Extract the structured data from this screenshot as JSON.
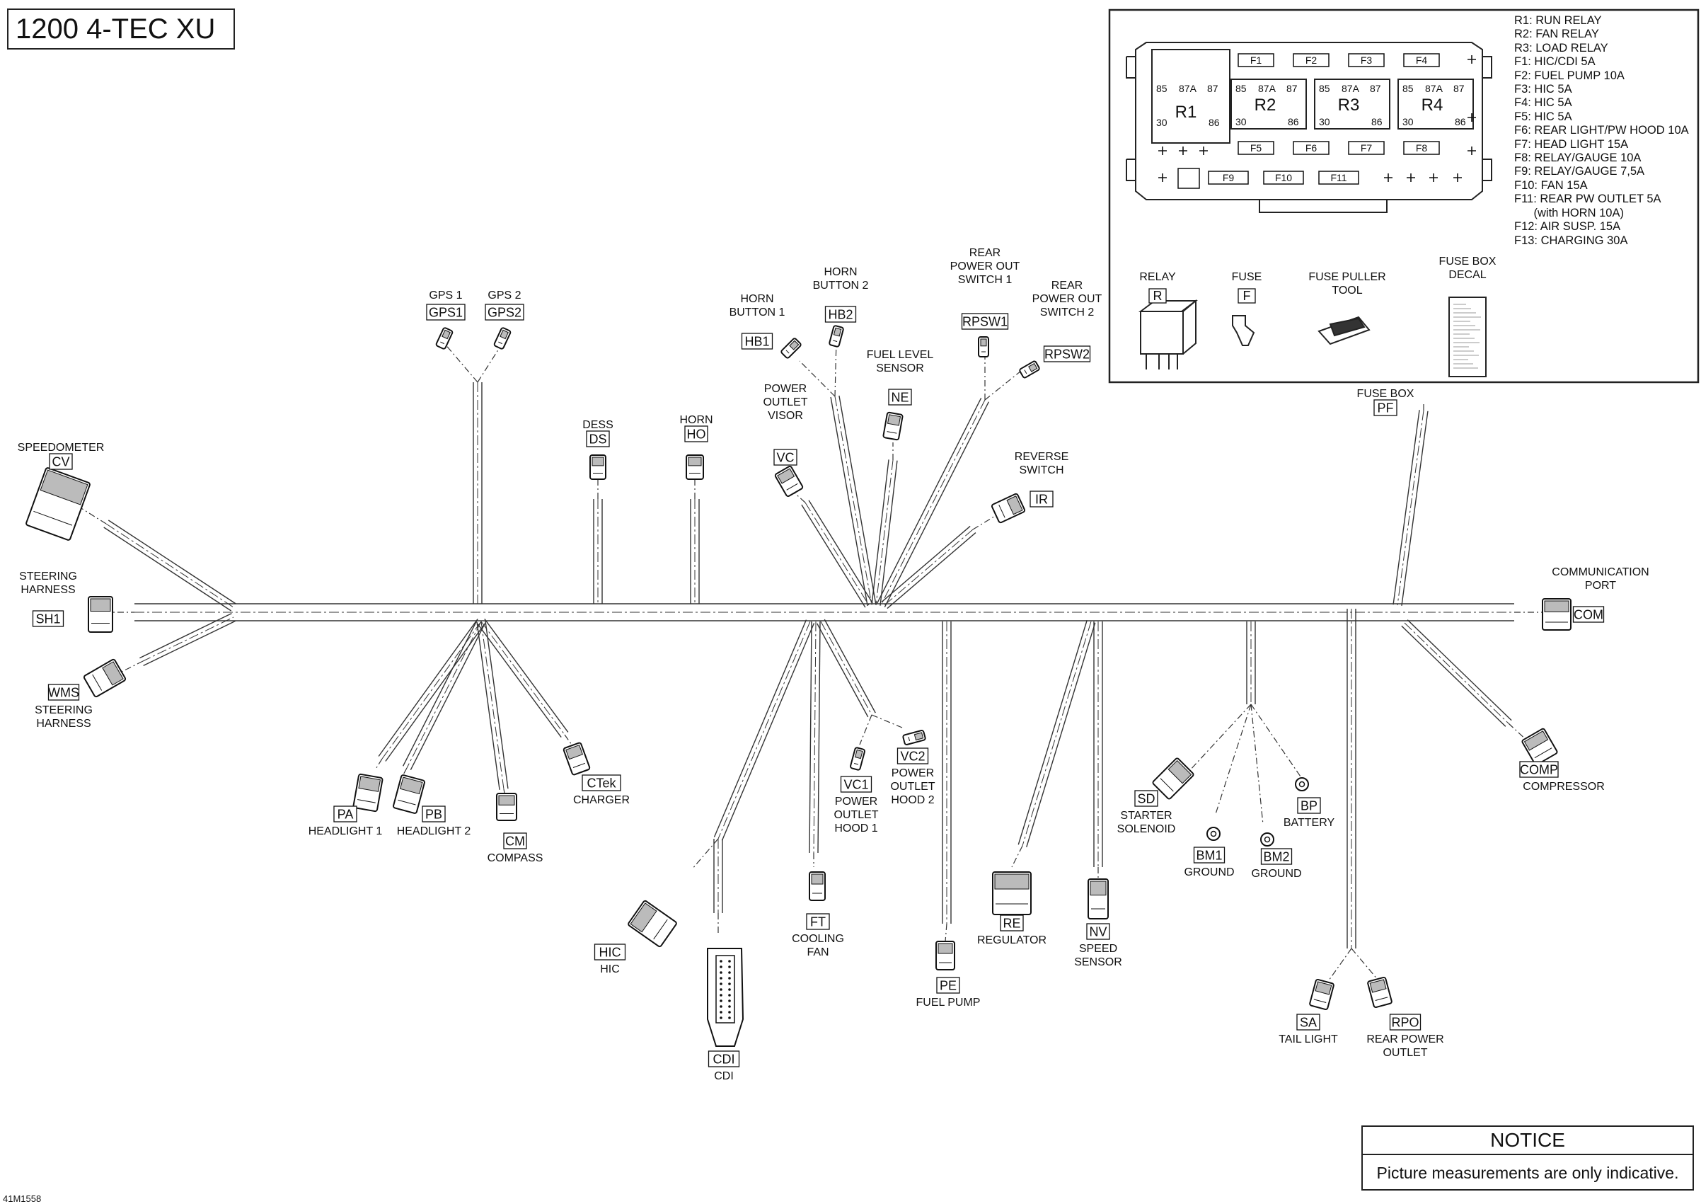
{
  "title": "1200 4-TEC XU",
  "drawing_code": "41M1558",
  "notice": {
    "title": "NOTICE",
    "text": "Picture measurements are only indicative."
  },
  "legend": [
    "R1: RUN RELAY",
    "R2: FAN RELAY",
    "R3: LOAD RELAY",
    "F1: HIC/CDI 5A",
    "F2: FUEL PUMP 10A",
    "F3: HIC 5A",
    "F4: HIC 5A",
    "F5: HIC 5A",
    "F6: REAR LIGHT/PW HOOD 10A",
    "F7: HEAD LIGHT 15A",
    "F8: RELAY/GAUGE 10A",
    "F9: RELAY/GAUGE 7,5A",
    "F10: FAN 15A",
    "F11: REAR PW OUTLET 5A",
    "      (with HORN 10A)",
    "F12: AIR SUSP. 15A",
    "F13: CHARGING 30A"
  ],
  "fuse_box": {
    "relays": [
      {
        "name": "R1",
        "pins": [
          "85",
          "87A",
          "87",
          "30",
          "86"
        ]
      },
      {
        "name": "R2",
        "pins": [
          "85",
          "87A",
          "87",
          "30",
          "86"
        ]
      },
      {
        "name": "R3",
        "pins": [
          "85",
          "87A",
          "87",
          "30",
          "86"
        ]
      },
      {
        "name": "R4",
        "pins": [
          "85",
          "87A",
          "87",
          "30",
          "86"
        ]
      }
    ],
    "fuses_top": [
      "F1",
      "F2",
      "F3",
      "F4"
    ],
    "fuses_mid": [
      "F5",
      "F6",
      "F7",
      "F8"
    ],
    "fuses_bottom": [
      "F9",
      "F10",
      "F11"
    ]
  },
  "parts": [
    {
      "lines": [
        "RELAY"
      ],
      "code": "R"
    },
    {
      "lines": [
        "FUSE"
      ],
      "code": "F"
    },
    {
      "lines": [
        "FUSE PULLER",
        "TOOL"
      ],
      "code": ""
    },
    {
      "lines": [
        "FUSE BOX",
        "DECAL"
      ],
      "code": ""
    }
  ],
  "connectors": [
    {
      "code": "GPS1",
      "lines": [
        "GPS 1"
      ]
    },
    {
      "code": "GPS2",
      "lines": [
        "GPS 2"
      ]
    },
    {
      "code": "HB1",
      "lines": [
        "HORN",
        "BUTTON 1"
      ]
    },
    {
      "code": "HB2",
      "lines": [
        "HORN",
        "BUTTON 2"
      ]
    },
    {
      "code": "RPSW1",
      "lines": [
        "REAR",
        "POWER OUT",
        "SWITCH 1"
      ]
    },
    {
      "code": "RPSW2",
      "lines": [
        "REAR",
        "POWER OUT",
        "SWITCH 2"
      ]
    },
    {
      "code": "NE",
      "lines": [
        "FUEL LEVEL",
        "SENSOR"
      ]
    },
    {
      "code": "DS",
      "lines": [
        "DESS"
      ]
    },
    {
      "code": "HO",
      "lines": [
        "HORN"
      ]
    },
    {
      "code": "VC",
      "lines": [
        "POWER",
        "OUTLET",
        "VISOR"
      ]
    },
    {
      "code": "IR",
      "lines": [
        "REVERSE",
        "SWITCH"
      ]
    },
    {
      "code": "PF",
      "lines": [
        "FUSE BOX"
      ]
    },
    {
      "code": "CV",
      "lines": [
        "SPEEDOMETER"
      ]
    },
    {
      "code": "SH1",
      "lines": [
        "STEERING",
        "HARNESS"
      ]
    },
    {
      "code": "WMS",
      "lines": [
        "STEERING",
        "HARNESS"
      ]
    },
    {
      "code": "COM",
      "lines": [
        "COMMUNICATION",
        "PORT"
      ]
    },
    {
      "code": "PA",
      "lines": [
        "HEADLIGHT 1"
      ]
    },
    {
      "code": "PB",
      "lines": [
        "HEADLIGHT 2"
      ]
    },
    {
      "code": "CM",
      "lines": [
        "COMPASS"
      ]
    },
    {
      "code": "CTek",
      "lines": [
        "CHARGER"
      ]
    },
    {
      "code": "VC1",
      "lines": [
        "POWER",
        "OUTLET",
        "HOOD 1"
      ]
    },
    {
      "code": "VC2",
      "lines": [
        "POWER",
        "OUTLET",
        "HOOD 2"
      ]
    },
    {
      "code": "FT",
      "lines": [
        "COOLING",
        "FAN"
      ]
    },
    {
      "code": "HIC",
      "lines": [
        "HIC"
      ]
    },
    {
      "code": "CDI",
      "lines": [
        "CDI"
      ]
    },
    {
      "code": "PE",
      "lines": [
        "FUEL PUMP"
      ]
    },
    {
      "code": "RE",
      "lines": [
        "REGULATOR"
      ]
    },
    {
      "code": "NV",
      "lines": [
        "SPEED",
        "SENSOR"
      ]
    },
    {
      "code": "SD",
      "lines": [
        "STARTER",
        "SOLENOID"
      ]
    },
    {
      "code": "BM1",
      "lines": [
        "GROUND"
      ]
    },
    {
      "code": "BM2",
      "lines": [
        "GROUND"
      ]
    },
    {
      "code": "BP",
      "lines": [
        "BATTERY"
      ]
    },
    {
      "code": "COMP",
      "lines": [
        "COMPRESSOR"
      ]
    },
    {
      "code": "SA",
      "lines": [
        "TAIL LIGHT"
      ]
    },
    {
      "code": "RPO",
      "lines": [
        "REAR POWER",
        "OUTLET"
      ]
    }
  ]
}
